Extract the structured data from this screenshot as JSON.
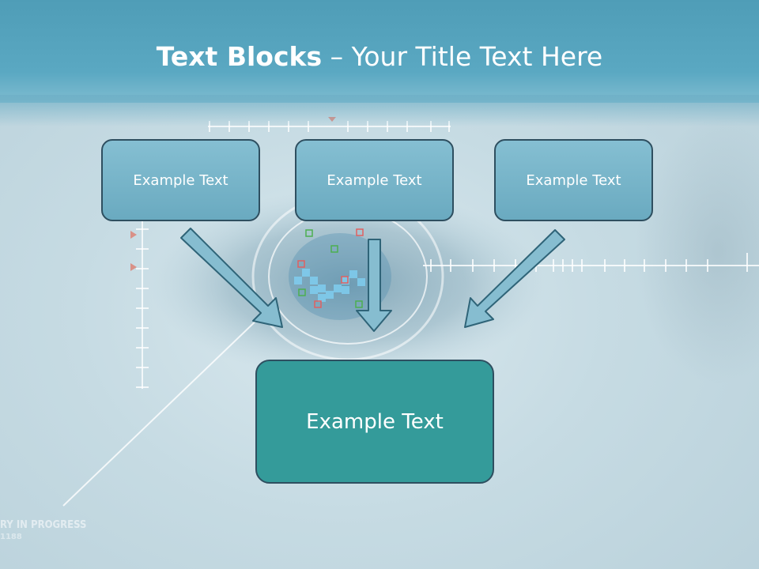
{
  "slide": {
    "title_bold": "Text Blocks",
    "title_rest": " – Your Title Text Here",
    "blocks": [
      {
        "label": "Example Text"
      },
      {
        "label": "Example Text"
      },
      {
        "label": "Example Text"
      }
    ],
    "main_block": {
      "label": "Example Text"
    },
    "watermark": "RY IN PROGRESS",
    "watermark_sub": "1188"
  },
  "colors": {
    "header": "#4f9db7",
    "small_box": "#79b6ca",
    "main_box": "#349b9a",
    "arrow": "#7fb8cc",
    "box_border": "#2e4f60"
  }
}
